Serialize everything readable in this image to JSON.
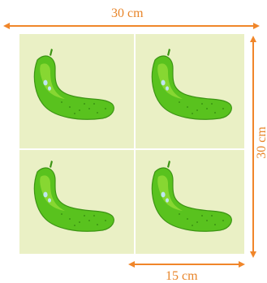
{
  "figure": {
    "colors": {
      "arrow": "#f0862a",
      "tile": "#eaf0c5",
      "divider": "#ffffff",
      "cucumber_body": "#59c21e",
      "cucumber_dark": "#3c9414",
      "cucumber_light": "#9be03a",
      "droplet": "#bfe6f2"
    },
    "icon": "cucumber-icon",
    "tiles": [
      {
        "id": "top-left"
      },
      {
        "id": "top-right"
      },
      {
        "id": "bottom-left"
      },
      {
        "id": "bottom-right"
      }
    ],
    "dimensions": {
      "top_width": "30 cm",
      "right_height": "30 cm",
      "bottom_half_width": "15 cm"
    }
  }
}
